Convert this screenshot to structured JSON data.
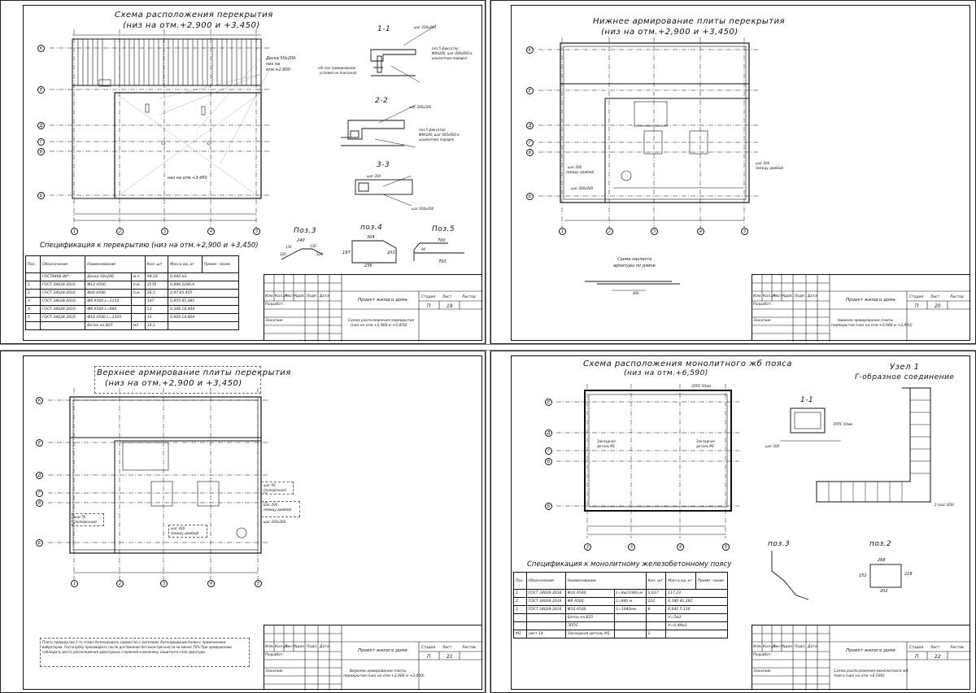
{
  "sheet1": {
    "title": "Схема расположения перекрытия",
    "subtitle": "(низ на отм.+2,900 и +3,450)",
    "note_board": "Доска 50х200,",
    "note_board2": "низ на",
    "note_board3": "отм.+2,900",
    "note_low": "низ на отм.+3,450",
    "note_bars": "н/б пол (армирование",
    "note_bars2": "условно не показано)",
    "section_11": "1-1",
    "section_22": "2-2",
    "section_33": "3-3",
    "sec11_note": "поз.5 фиксатор",
    "sec11_note2": "Ф8А240, шаг 600х600 в",
    "sec11_note3": "шахматном порядке",
    "sec22_note": "поз.5 фиксатор",
    "sec22_note2": "Ф8А240, шаг 600х600 в",
    "sec22_note3": "шахматном порядке",
    "step_200": "шаг 200",
    "step_200x200": "шаг 200х200",
    "pos3_title": "Поз.3",
    "pos4_title": "поз.4",
    "pos5_title": "Поз.5",
    "pos3_dims": [
      "240",
      "136",
      "136",
      "320",
      "320"
    ],
    "pos4_dims": [
      "304",
      "197",
      "203",
      "236"
    ],
    "pos5_dims": [
      "700",
      "700",
      "90"
    ],
    "spec_title": "Спецификация к перекрытию (низ на отм.+2,900 и +3,450)",
    "spec_headers": [
      "Поз.",
      "Обозначение",
      "Наименование",
      "Кол. шт",
      "Масса ед.,кг",
      "Приме- чание"
    ],
    "spec_rows": [
      [
        "",
        "ГОСТ8486-86*",
        "Доска 50х200",
        "м.п.",
        "94,18",
        "0,942 м3"
      ],
      [
        "1",
        "ГОСТ 34028-2016",
        "Ф12 А500",
        "п.м.",
        "2570",
        "0,888 2286,6"
      ],
      [
        "2",
        "ГОСТ 34028-2016",
        "Ф20 А500",
        "п.м.",
        "26,5",
        "2,47 65,455"
      ],
      [
        "3",
        "ГОСТ 34028-2016",
        "Ф8 А500  L=1152",
        "",
        "187",
        "0,455 85,085"
      ],
      [
        "4",
        "ГОСТ 34028-2016",
        "Ф8 А500  L=980",
        "",
        "53",
        "0,348 18,444"
      ],
      [
        "5",
        "ГОСТ 34028-2016",
        "Ф10 А500  L=1505",
        "",
        "16",
        "0,929 14,864"
      ],
      [
        "",
        "",
        "Бетон кл.В25",
        "м3",
        "18,1",
        ""
      ]
    ],
    "stamp_project": "Проект жилого дома",
    "stamp_sheet_title": "Схема расположения перекрытия",
    "stamp_sheet_title2": "(низ на отм.+2,900 и +3,450)",
    "stamp_stage": "П",
    "stamp_sheet": "19"
  },
  "sheet2": {
    "title": "Нижнее армирование плиты  перекрытия",
    "subtitle": "(низ на отм.+2,900 и +3,450)",
    "note_between": "шаг 200",
    "note_between2": "(между домбой)",
    "note_200": "шаг 200х200",
    "lap_title": "Схема нахлеста",
    "lap_title2": "арматуры по длине",
    "lap_dim": "406",
    "stamp_project": "Проект жилого дома",
    "stamp_sheet_title": "Нижнее армирование плиты",
    "stamp_sheet_title2": "перекрытия (низ на отм.+2,900 и +3,450)",
    "stamp_stage": "П",
    "stamp_sheet": "20"
  },
  "sheet3": {
    "title": "Верхнее  армирование  плиты   перекрытия",
    "subtitle": "(низ на отм.+2,900 и +3,450)",
    "note1": "шаг 50",
    "note1b": "(поперечная)",
    "note2": "шаг 200",
    "note2b": "(между домбой)",
    "note3": "шаг 200х200",
    "note_text": "Плиту перекрытия 1-го этажа бетонировать совместно с ригелями. Бетонирование балки с применением вибраторов. Распалубку производить после достижения бетоном прочности не менее 70%",
    "note_text2": "При армировании соблюдать места расположения арматурных стержней и величину защитного слоя арматуры.",
    "stamp_project": "Проект жилого дома",
    "stamp_sheet_title": "Верхнее армирование плиты",
    "stamp_sheet_title2": "перекрытия (низ на отм.+2,900 и +3,450)",
    "stamp_stage": "П",
    "stamp_sheet": "21"
  },
  "sheet4": {
    "title": "Схема расположения монолитного жб пояса",
    "subtitle": "(низ на отм.+6,590)",
    "epps": "ЭППС 50мм",
    "embed1": "Закладная",
    "embed1b": "деталь М1",
    "node_title": "Узел 1",
    "node_sub": "Г-образное соединение",
    "section_11": "1-1",
    "epps2": "ЭППС 50мм",
    "step200": "шаг 200",
    "node_step": "2 (шаг 200)",
    "pos3_title": "поз.3",
    "pos2_title": "поз.2",
    "pos2_dims": [
      "268",
      "152",
      "218",
      "202"
    ],
    "spec_title": "Спецификация к монолитному железобетонному поясу",
    "spec_headers": [
      "Поз.",
      "Обозначение",
      "Наименование",
      "Кол. шт",
      "Масса ед.,кг",
      "Приме- чание"
    ],
    "spec_rows": [
      [
        "1",
        "ГОСТ 34028-2016",
        "Ф10 А500",
        "L=8шт190п.м",
        "0,617",
        "117,23"
      ],
      [
        "2",
        "ГОСТ 34028-2016",
        "Ф6 А500",
        "L=84п.м",
        "222",
        "0,186 41,292"
      ],
      [
        "3",
        "ГОСТ 34028-2016",
        "Ф10 А500",
        "L=1040мм",
        "8",
        "0,642 5,136"
      ],
      [
        "",
        "",
        "Бетон кл.В25",
        "",
        "",
        "V=5м3"
      ],
      [
        "",
        "",
        "ЭППС",
        "",
        "",
        "V=0,44м3"
      ],
      [
        "М1",
        "лист 14",
        "Закладная деталь М1",
        "",
        "2",
        ""
      ]
    ],
    "stamp_project": "Проект жилого дома",
    "stamp_sheet_title": "Схема расположения монолитного жб",
    "stamp_sheet_title2": "пояса (низ на отм.+6,590)",
    "stamp_stage": "П",
    "stamp_sheet": "22"
  },
  "axes_rows": [
    "К",
    "Е",
    "Д",
    "Г",
    "В",
    "Б"
  ],
  "axes_cols": [
    "1",
    "2",
    "3",
    "4",
    "5"
  ],
  "stamp_labels": {
    "izm": "Изм.",
    "kol": "Кол.уч",
    "list": "Лист",
    "ndok": "Nдок.",
    "podp": "Подп.",
    "data": "Дата",
    "razrab": "Разработ.",
    "zakaz": "Заказчик",
    "stadiya": "Стадия",
    "list2": "Лист",
    "listov": "Листов"
  }
}
